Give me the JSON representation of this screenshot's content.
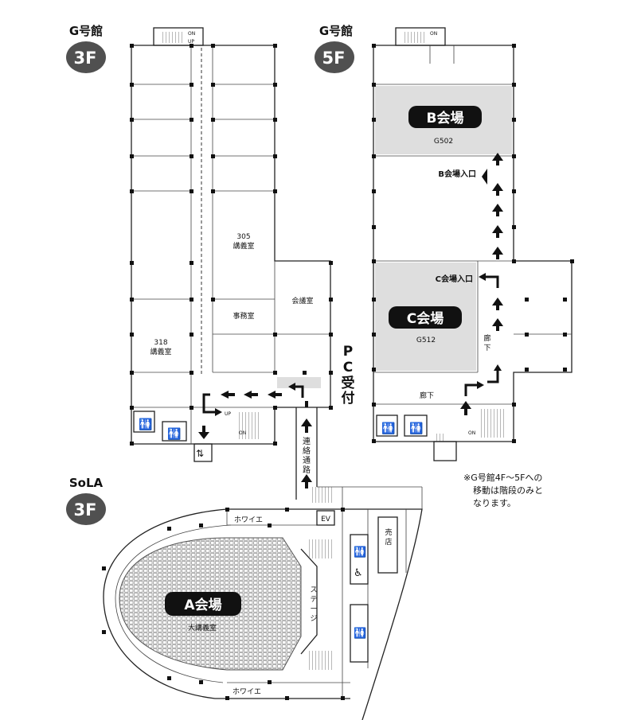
{
  "buildings": {
    "g3": {
      "name": "G号館",
      "floor": "3F"
    },
    "g5": {
      "name": "G号館",
      "floor": "5F"
    },
    "sola": {
      "name": "SoLA",
      "floor": "3F"
    }
  },
  "venues": {
    "a": {
      "label": "A会場",
      "room": "大講義室"
    },
    "b": {
      "label": "B会場",
      "room": "G502",
      "entrance": "B会場入口"
    },
    "c": {
      "label": "C会場",
      "room": "G512",
      "entrance": "C会場入口"
    }
  },
  "rooms": {
    "r305_num": "305",
    "r305_name": "講義室",
    "office": "事務室",
    "meeting": "会議室",
    "r318_num": "318",
    "r318_name": "講義室",
    "pc_reception": [
      "P",
      "C",
      "受",
      "付"
    ],
    "corridor_h": "廊下",
    "corridor_v": [
      "廊",
      "下"
    ],
    "connector": [
      "連",
      "絡",
      "通",
      "路"
    ],
    "foyer_top": "ホワイエ",
    "foyer_bottom": "ホワイエ",
    "stage": [
      "ス",
      "テ",
      "ー",
      "ジ"
    ],
    "shop": [
      "売",
      "店"
    ],
    "ev": "EV"
  },
  "stairs": {
    "on": "ON",
    "up": "UP"
  },
  "note": [
    "※G号館4F～5Fへの",
    "移動は階段のみと",
    "なります。"
  ],
  "colors": {
    "badge": "#505050",
    "highlight": "#dedede",
    "label_bg": "#111111",
    "label_text": "#ffffff"
  }
}
